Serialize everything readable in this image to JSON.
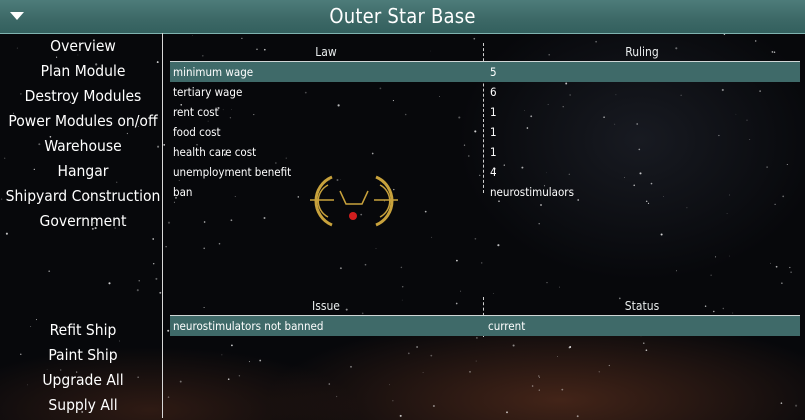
{
  "window": {
    "title": "Outer Star Base"
  },
  "menu": {
    "top_items": [
      {
        "label": "Overview"
      },
      {
        "label": "Plan Module"
      },
      {
        "label": "Destroy Modules"
      },
      {
        "label": "Power Modules on/off"
      },
      {
        "label": "Warehouse"
      },
      {
        "label": "Hangar"
      },
      {
        "label": "Shipyard Construction"
      },
      {
        "label": "Government"
      }
    ],
    "bottom_items": [
      {
        "label": "Refit Ship"
      },
      {
        "label": "Paint Ship"
      },
      {
        "label": "Upgrade All"
      },
      {
        "label": "Supply All"
      }
    ]
  },
  "laws": {
    "headers": {
      "law": "Law",
      "ruling": "Ruling"
    },
    "rows": [
      {
        "law": "minimum wage",
        "ruling": "5",
        "selected": true
      },
      {
        "law": "tertiary wage",
        "ruling": "6",
        "selected": false
      },
      {
        "law": "rent cost",
        "ruling": "1",
        "selected": false
      },
      {
        "law": "food cost",
        "ruling": "1",
        "selected": false
      },
      {
        "law": "health care cost",
        "ruling": "1",
        "selected": false
      },
      {
        "law": "unemployment benefit",
        "ruling": "4",
        "selected": false
      },
      {
        "law": "ban",
        "ruling": "neurostimulaors",
        "selected": false
      }
    ]
  },
  "issues": {
    "headers": {
      "issue": "Issue",
      "status": "Status"
    },
    "rows": [
      {
        "issue": "neurostimulators not banned",
        "status": "current",
        "selected": true
      }
    ]
  },
  "colors": {
    "titlebar": "#3c6866",
    "selected_row": "#3f6a69",
    "crosshair": "#c8a23c",
    "crosshair_dot": "#d21e1e"
  }
}
